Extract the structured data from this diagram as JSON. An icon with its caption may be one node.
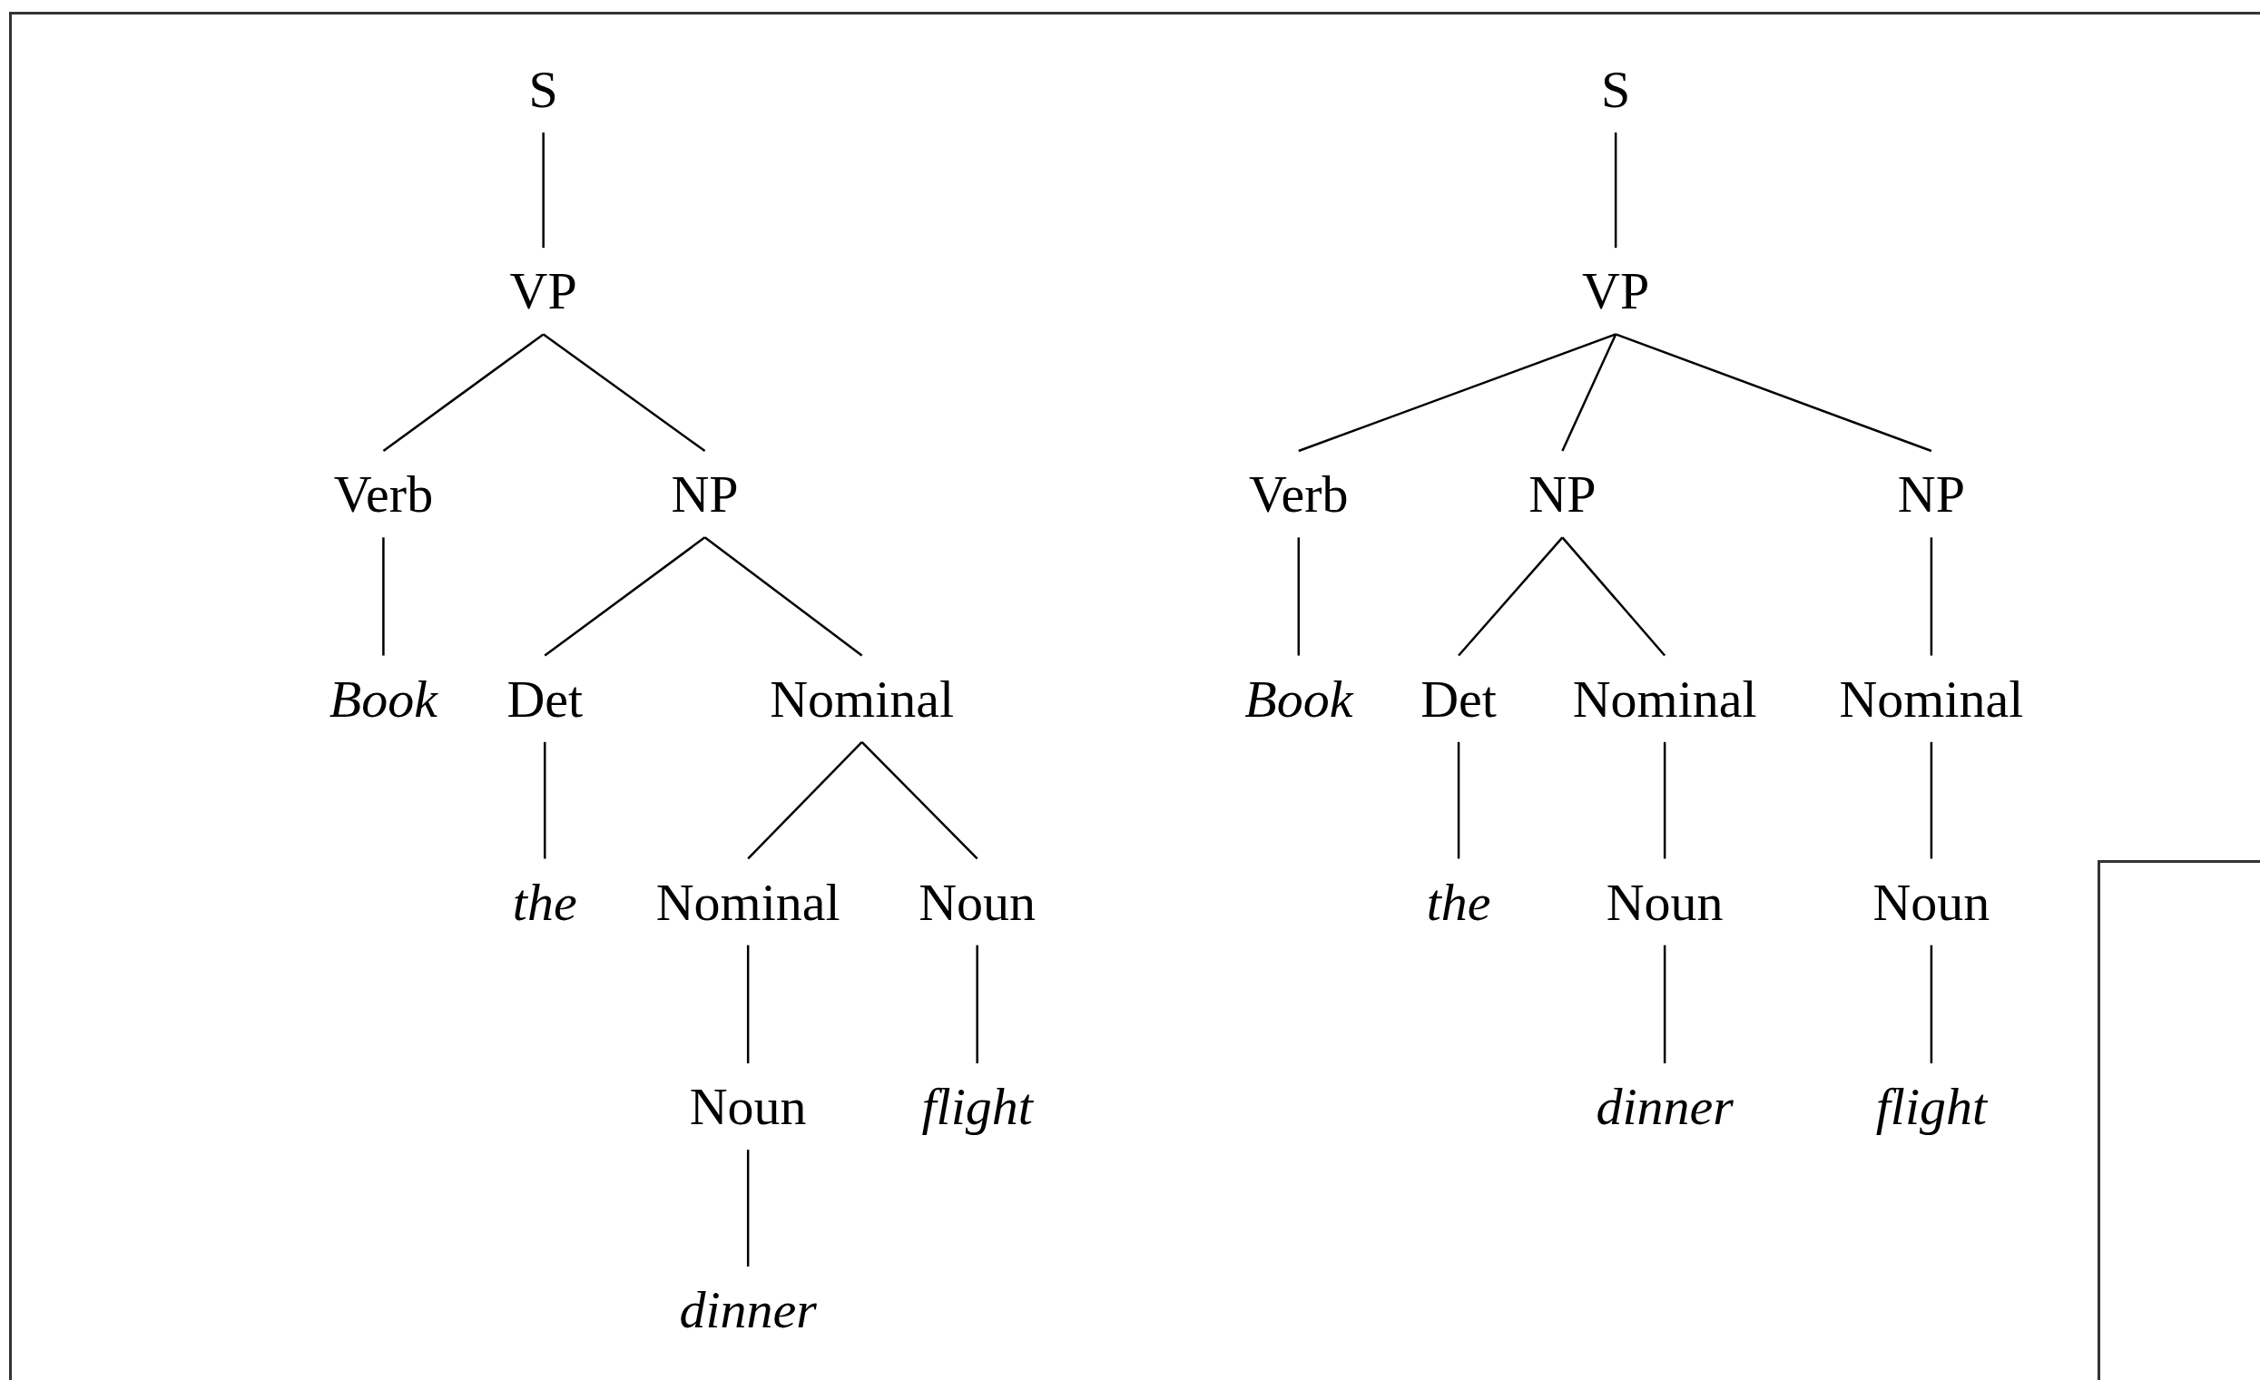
{
  "diagram": {
    "nodes": [
      {
        "text": [
          "S"
        ]
      },
      {
        "text": [
          "VP"
        ]
      },
      {
        "text": [
          "Verb"
        ]
      },
      {
        "text": [
          "NP"
        ]
      },
      {
        "text": [
          "Book"
        ]
      },
      {
        "text": [
          "Det"
        ]
      },
      {
        "text": [
          "Nominal"
        ]
      },
      {
        "text": [
          "the"
        ]
      },
      {
        "text": [
          "Nominal"
        ]
      },
      {
        "text": [
          "Noun"
        ]
      },
      {
        "text": [
          "Noun"
        ]
      },
      {
        "text": [
          "flight"
        ]
      },
      {
        "text": [
          "dinner"
        ]
      },
      {
        "text": [
          "S"
        ]
      },
      {
        "text": [
          "VP"
        ]
      },
      {
        "text": [
          "Verb"
        ]
      },
      {
        "text": [
          "NP"
        ]
      },
      {
        "text": [
          "NP"
        ]
      },
      {
        "text": [
          "Book"
        ]
      },
      {
        "text": [
          "Det"
        ]
      },
      {
        "text": [
          "Nominal"
        ]
      },
      {
        "text": [
          "Nominal"
        ]
      },
      {
        "text": [
          "the"
        ]
      },
      {
        "text": [
          "Noun"
        ]
      },
      {
        "text": [
          "Noun"
        ]
      },
      {
        "text": [
          "dinner"
        ]
      },
      {
        "text": [
          "flight"
        ]
      }
    ],
    "edges": [
      {
        "from": 0,
        "to": 1,
        "arrow": "none"
      },
      {
        "from": 1,
        "to": 2,
        "arrow": "none"
      },
      {
        "from": 1,
        "to": 3,
        "arrow": "none"
      },
      {
        "from": 2,
        "to": 4,
        "arrow": "none"
      },
      {
        "from": 3,
        "to": 5,
        "arrow": "none"
      },
      {
        "from": 3,
        "to": 6,
        "arrow": "none"
      },
      {
        "from": 5,
        "to": 7,
        "arrow": "none"
      },
      {
        "from": 6,
        "to": 8,
        "arrow": "none"
      },
      {
        "from": 6,
        "to": 9,
        "arrow": "none"
      },
      {
        "from": 8,
        "to": 10,
        "arrow": "none"
      },
      {
        "from": 9,
        "to": 11,
        "arrow": "none"
      },
      {
        "from": 10,
        "to": 12,
        "arrow": "none"
      },
      {
        "from": 13,
        "to": 14,
        "arrow": "none"
      },
      {
        "from": 14,
        "to": 15,
        "arrow": "none"
      },
      {
        "from": 14,
        "to": 16,
        "arrow": "none"
      },
      {
        "from": 14,
        "to": 17,
        "arrow": "none"
      },
      {
        "from": 15,
        "to": 18,
        "arrow": "none"
      },
      {
        "from": 16,
        "to": 19,
        "arrow": "none"
      },
      {
        "from": 16,
        "to": 20,
        "arrow": "none"
      },
      {
        "from": 17,
        "to": 21,
        "arrow": "none"
      },
      {
        "from": 19,
        "to": 22,
        "arrow": "none"
      },
      {
        "from": 20,
        "to": 23,
        "arrow": "none"
      },
      {
        "from": 21,
        "to": 24,
        "arrow": "none"
      },
      {
        "from": 23,
        "to": 25,
        "arrow": "none"
      },
      {
        "from": 24,
        "to": 26,
        "arrow": "none"
      }
    ]
  }
}
